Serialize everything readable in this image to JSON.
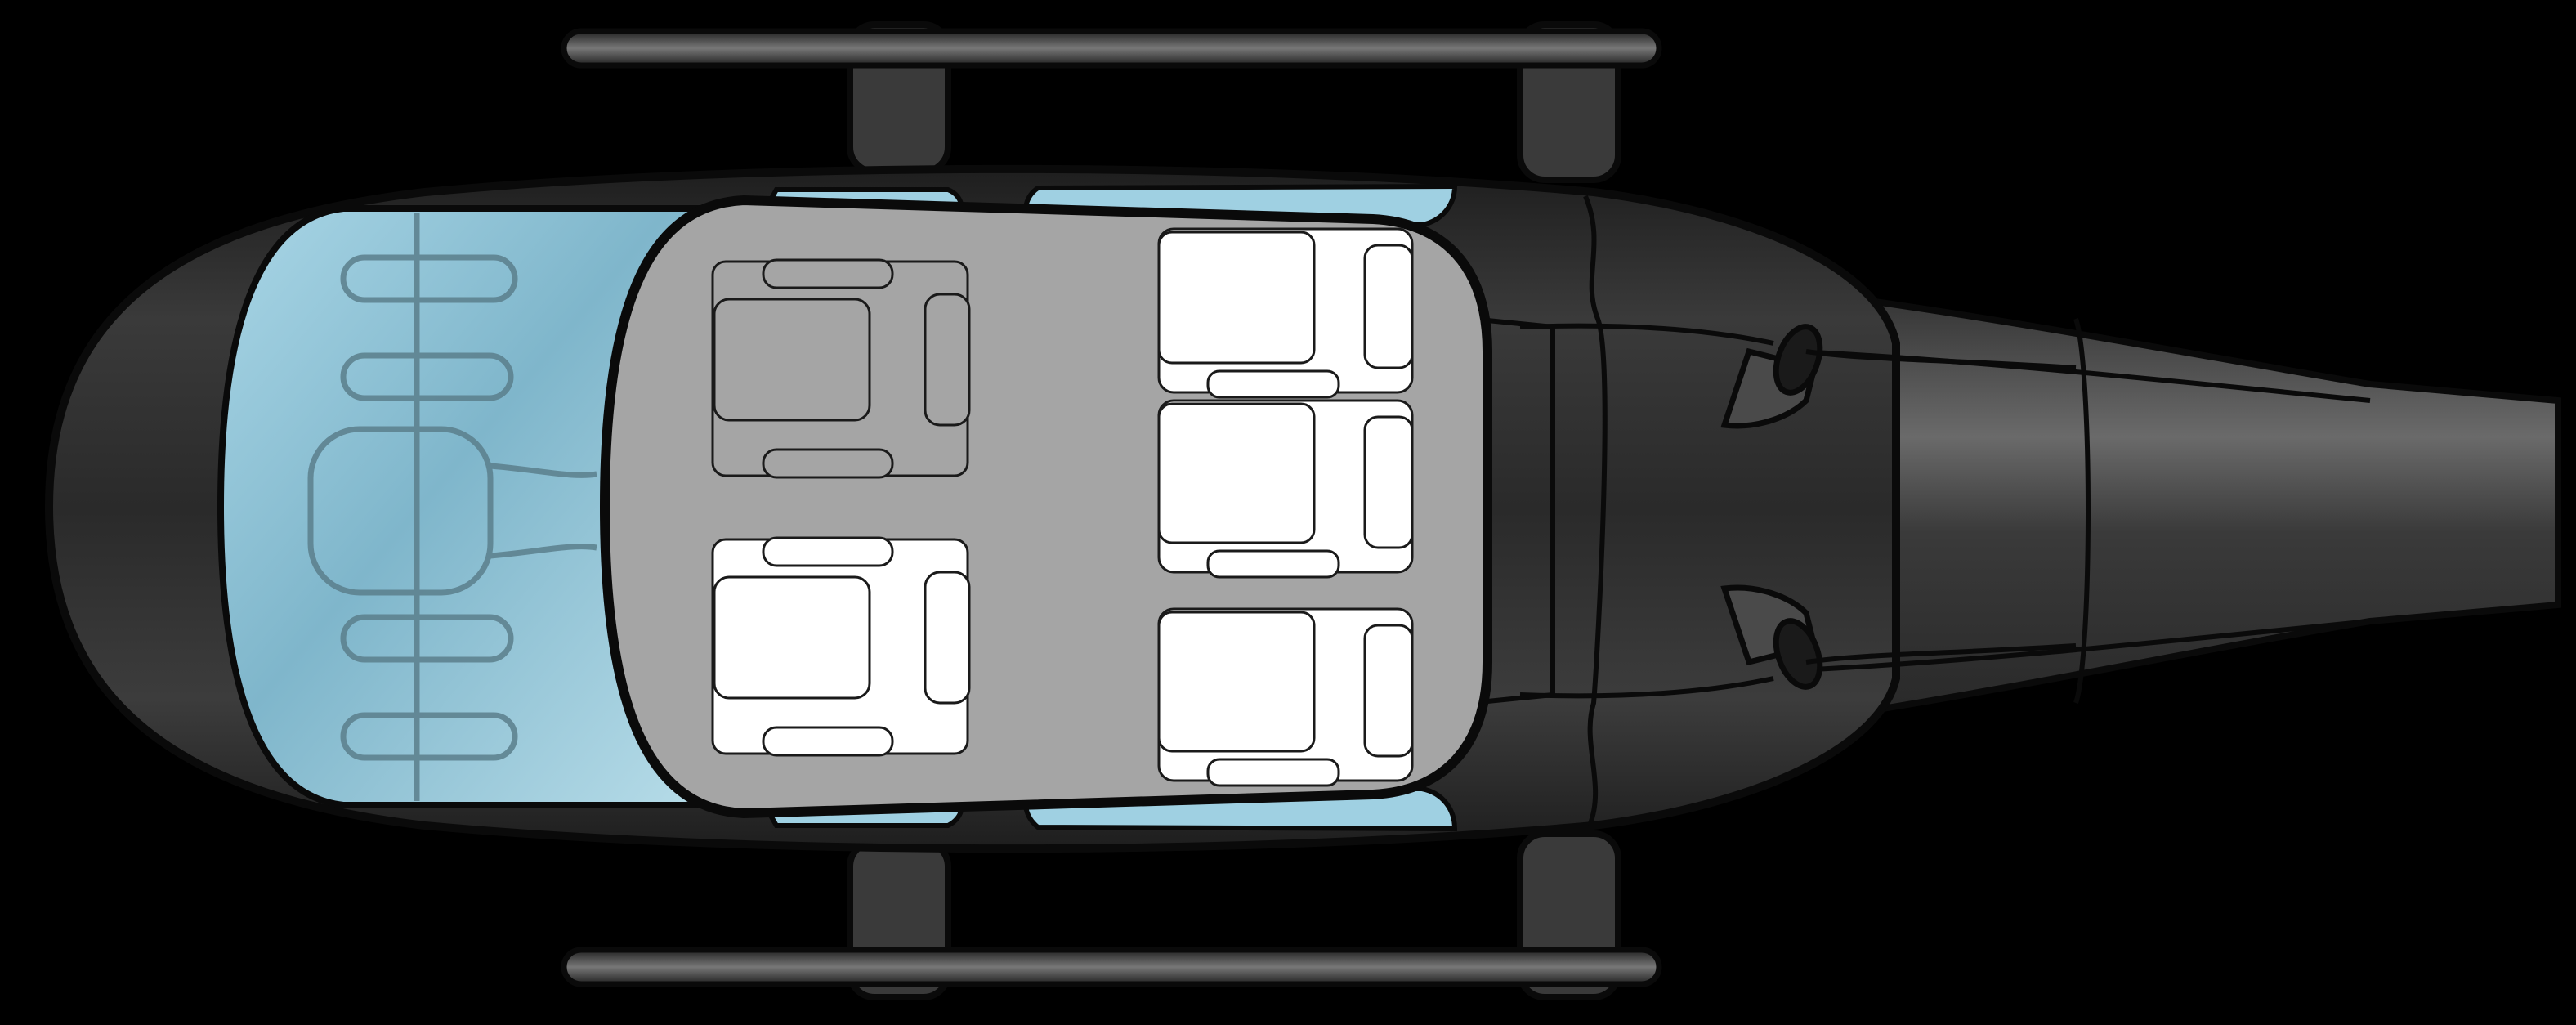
{
  "colors": {
    "background": "#000000",
    "fuselage": "#2b2b2b",
    "fuselage_highlight": "#6a6a6a",
    "outline": "#0a0a0a",
    "canopy_glass": "#86bed2",
    "window_glass": "#9fd0e2",
    "cabin_floor": "#a5a5a5",
    "seat_available": "#ffffff",
    "seat_occupied": "#a5a5a5",
    "seat_stroke": "#1a1a1a",
    "skid": "#4a4a4a"
  },
  "seats": [
    {
      "id": "seat-1A",
      "status": "occupied",
      "row": 1,
      "position": "upper"
    },
    {
      "id": "seat-1B",
      "status": "available",
      "row": 1,
      "position": "lower"
    },
    {
      "id": "seat-2A",
      "status": "available",
      "row": 2,
      "position": "upper"
    },
    {
      "id": "seat-2B",
      "status": "available",
      "row": 2,
      "position": "middle"
    },
    {
      "id": "seat-2C",
      "status": "available",
      "row": 2,
      "position": "lower"
    }
  ],
  "icons": [
    "helicopter-top-view",
    "seat-icon",
    "exhaust-pipe-icon",
    "skid-icon"
  ]
}
